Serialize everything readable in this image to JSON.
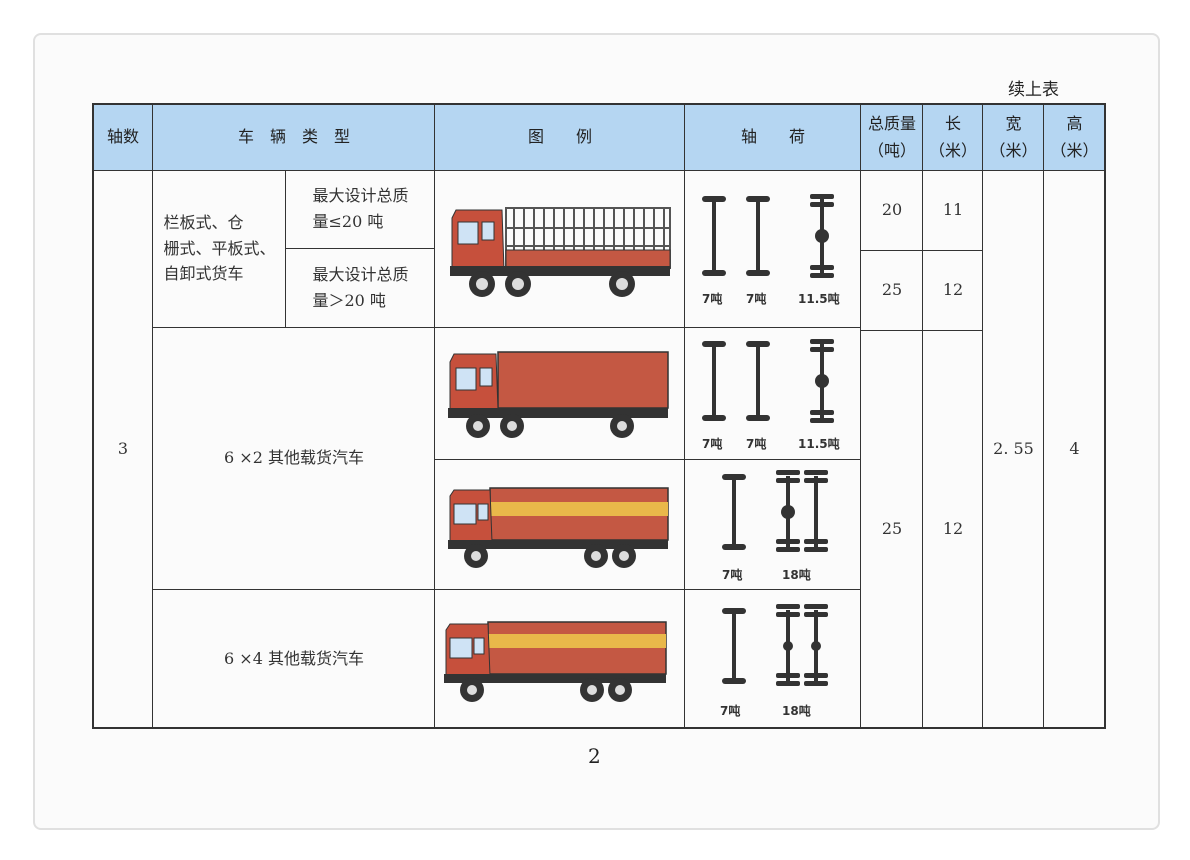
{
  "continuation_note": "续上表",
  "page_number": "2",
  "colors": {
    "header_bg": "#b5d6f2",
    "truck_cab": "#c6503c",
    "truck_body": "#c45843",
    "stripe": "#e9b84a",
    "glass": "#cfe3f5",
    "axle": "#333333"
  },
  "headers": {
    "axles": "轴数",
    "vehicle_type": "车　辆　类　型",
    "legend": "图　　例",
    "axle_load": "轴　　荷",
    "total_mass": "总质量",
    "total_mass_unit": "（吨）",
    "length": "长",
    "length_unit": "（米）",
    "width": "宽",
    "width_unit": "（米）",
    "height": "高",
    "height_unit": "（米）"
  },
  "rows": {
    "axle_count": "3",
    "width_value": "2. 55",
    "height_value": "4",
    "group1": {
      "type": "栏板式、仓\n栅式、平板式、\n自卸式货车",
      "sub1_condition": "最大设计总质\n量≤20 吨",
      "sub1_mass": "20",
      "sub1_length": "11",
      "sub2_condition": "最大设计总质\n量＞20 吨",
      "sub2_mass": "25",
      "sub2_length": "12",
      "truck_icon": "fence-truck-icon",
      "loads": [
        "7吨",
        "7吨",
        "11.5吨"
      ]
    },
    "group2": {
      "type": "6 ×2 其他载货汽车",
      "mass": "25",
      "length": "12",
      "truck_a_icon": "box-truck-icon",
      "loads_a": [
        "7吨",
        "7吨",
        "11.5吨"
      ],
      "truck_b_icon": "striped-box-truck-icon",
      "loads_b": [
        "7吨",
        "18吨"
      ]
    },
    "group3": {
      "type": "6 ×4 其他载货汽车",
      "truck_icon": "striped-box-truck-icon",
      "loads": [
        "7吨",
        "18吨"
      ]
    }
  }
}
